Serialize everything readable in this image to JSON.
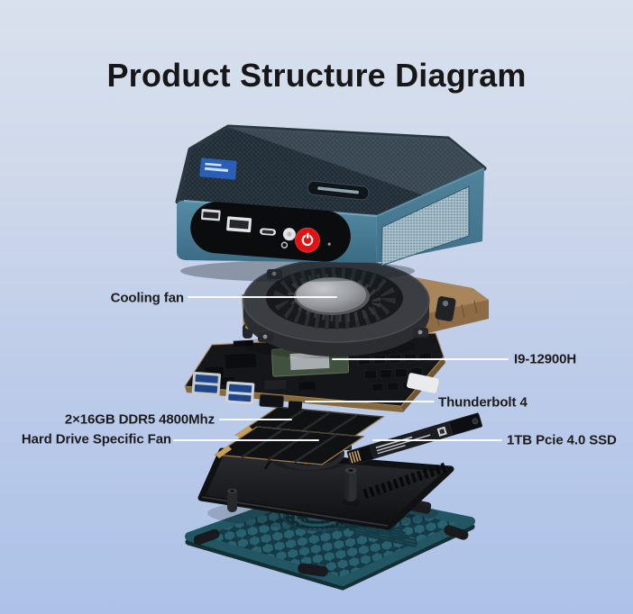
{
  "title": "Product Structure Diagram",
  "labels": [
    {
      "id": "cooling-fan",
      "text": "Cooling fan",
      "side": "left"
    },
    {
      "id": "cpu",
      "text": "I9-12900H",
      "side": "right"
    },
    {
      "id": "thunderbolt",
      "text": "Thunderbolt 4",
      "side": "right"
    },
    {
      "id": "ram",
      "text": "2×16GB DDR5 4800Mhz",
      "side": "left"
    },
    {
      "id": "hdd-fan",
      "text": "Hard Drive Specific Fan",
      "side": "left"
    },
    {
      "id": "ssd",
      "text": "1TB Pcie 4.0 SSD",
      "side": "right"
    }
  ],
  "illustration": {
    "device": "mini-pc-exploded-view",
    "parts": [
      "mini-pc-case",
      "cooling-fan",
      "motherboard",
      "ram-modules",
      "ssd",
      "chassis-plate",
      "hdd-fan",
      "bottom-cover"
    ],
    "icons": [
      "power-icon",
      "intel-core-badge",
      "brand-logo-plate"
    ]
  },
  "colors": {
    "background_top": "#d9e1ee",
    "background_bottom": "#adc2e8",
    "title_text": "#171717",
    "label_text": "#1c1c1c",
    "leader_line": "#ffffff",
    "case_teal": "#4b7f99",
    "power_button_red": "#e31111",
    "heatsink_copper": "#a27a4f",
    "pcb_dark": "#151619",
    "bottom_cover_teal": "#2a6170"
  }
}
